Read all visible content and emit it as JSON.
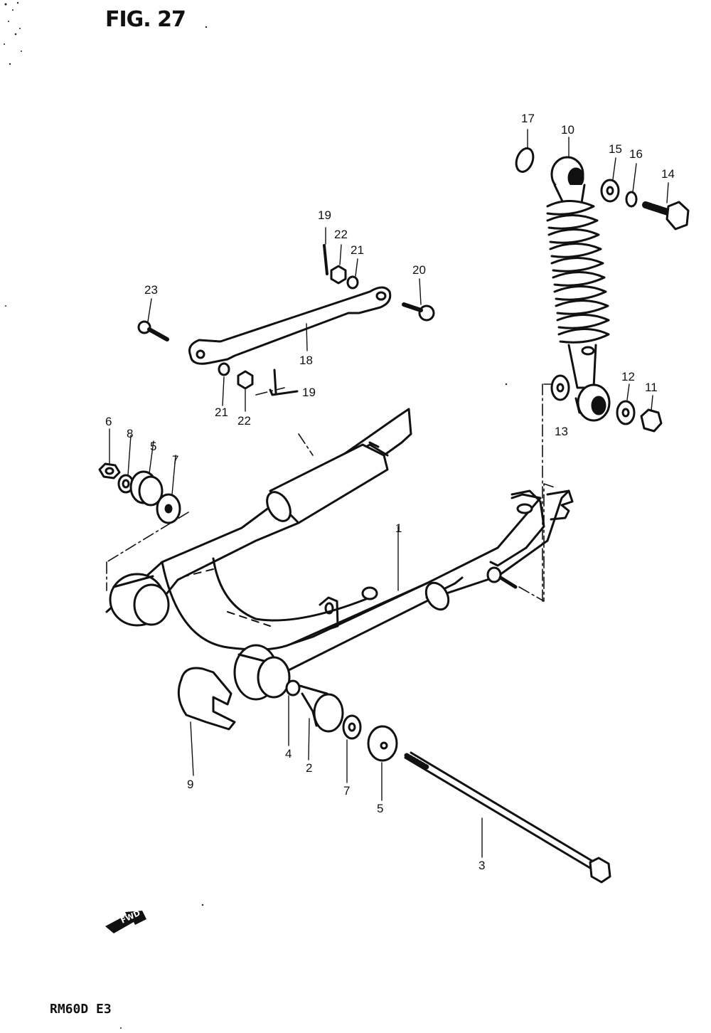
{
  "figure": {
    "title": "FIG. 27",
    "model_code": "RM60D  E3",
    "direction_label": "FWD"
  },
  "callouts": [
    {
      "id": "c1",
      "text": "1"
    },
    {
      "id": "c2",
      "text": "2"
    },
    {
      "id": "c3",
      "text": "3"
    },
    {
      "id": "c4",
      "text": "4"
    },
    {
      "id": "c5a",
      "text": "5"
    },
    {
      "id": "c5b",
      "text": "5"
    },
    {
      "id": "c6",
      "text": "6"
    },
    {
      "id": "c7a",
      "text": "7"
    },
    {
      "id": "c7b",
      "text": "7"
    },
    {
      "id": "c8",
      "text": "8"
    },
    {
      "id": "c9",
      "text": "9"
    },
    {
      "id": "c10",
      "text": "10"
    },
    {
      "id": "c11",
      "text": "11"
    },
    {
      "id": "c12",
      "text": "12"
    },
    {
      "id": "c13",
      "text": "13"
    },
    {
      "id": "c14",
      "text": "14"
    },
    {
      "id": "c15",
      "text": "15"
    },
    {
      "id": "c16",
      "text": "16"
    },
    {
      "id": "c17",
      "text": "17"
    },
    {
      "id": "c18",
      "text": "18"
    },
    {
      "id": "c19a",
      "text": "19"
    },
    {
      "id": "c19b",
      "text": "19"
    },
    {
      "id": "c20",
      "text": "20"
    },
    {
      "id": "c21a",
      "text": "21"
    },
    {
      "id": "c21b",
      "text": "21"
    },
    {
      "id": "c22a",
      "text": "22"
    },
    {
      "id": "c22b",
      "text": "22"
    },
    {
      "id": "c23",
      "text": "23"
    }
  ]
}
